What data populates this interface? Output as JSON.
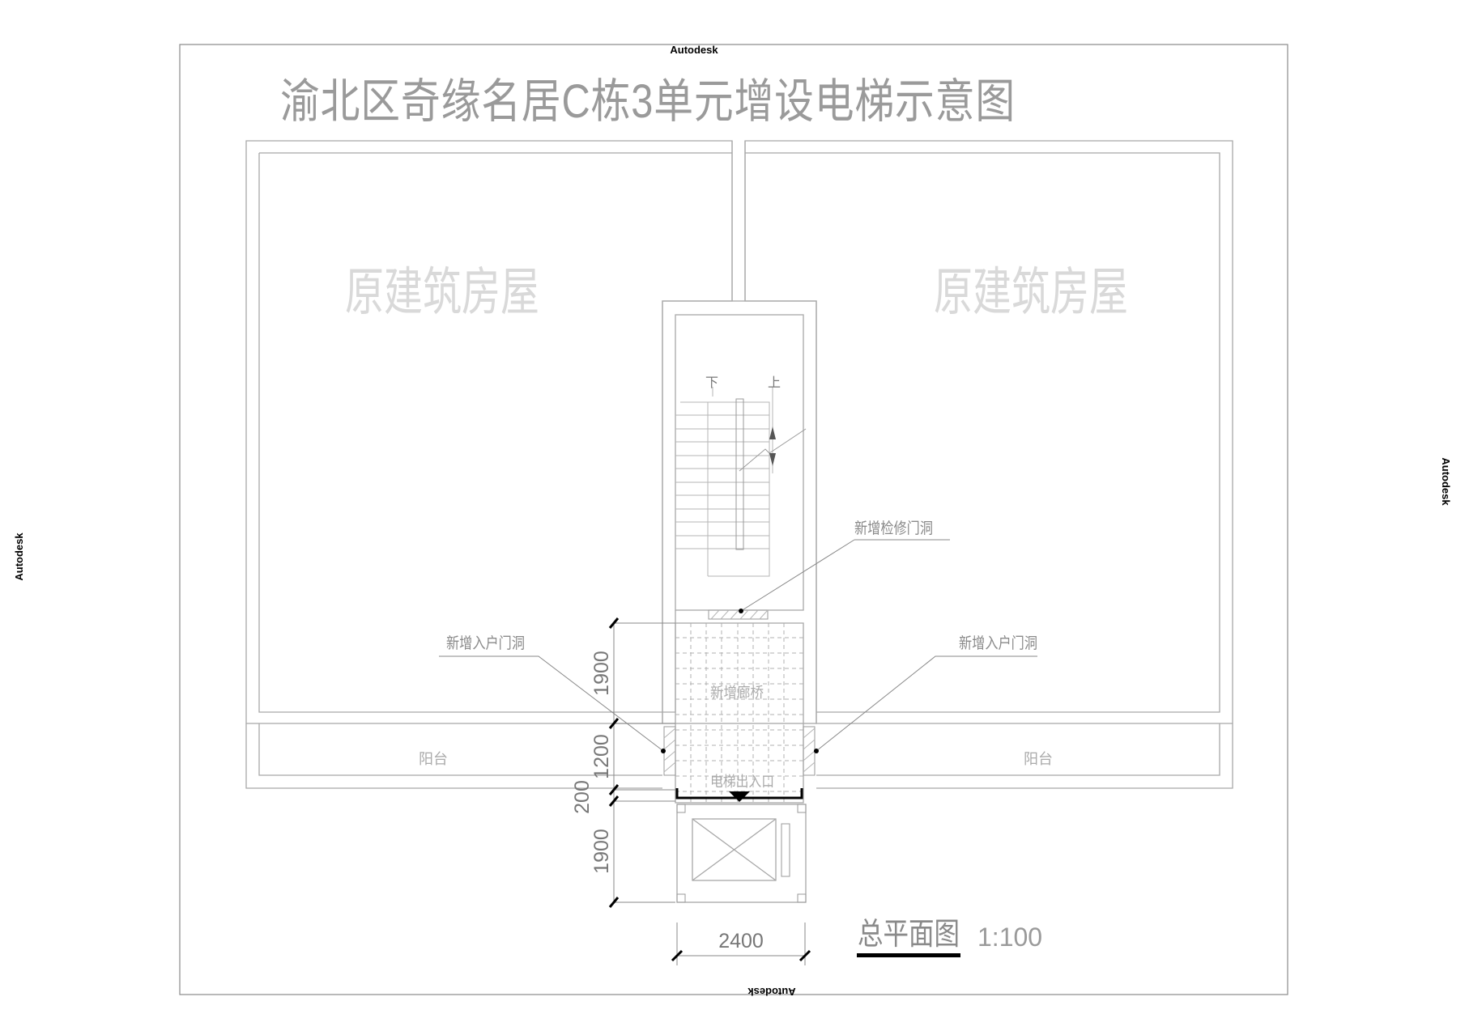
{
  "watermark": {
    "top": "Autodesk",
    "bottom": "Autodesk",
    "left": "Autodesk",
    "right": "Autodesk"
  },
  "title": "渝北区奇缘名居C栋3单元增设电梯示意图",
  "rooms": {
    "left": "原建筑房屋",
    "right": "原建筑房屋"
  },
  "balcony": {
    "left": "阳台",
    "right": "阳台"
  },
  "stairs": {
    "down": "下",
    "up": "上"
  },
  "notes": {
    "maintenance_door": "新增检修门洞",
    "entry_door_left": "新增入户门洞",
    "entry_door_right": "新增入户门洞",
    "corridor": "新增廊桥",
    "elevator_entrance": "电梯出入口"
  },
  "dimensions": {
    "corridor_length": "1900",
    "balcony_depth": "1200",
    "gap": "200",
    "shaft_length": "1900",
    "shaft_width": "2400"
  },
  "plan_title": "总平面图",
  "scale": "1:100"
}
